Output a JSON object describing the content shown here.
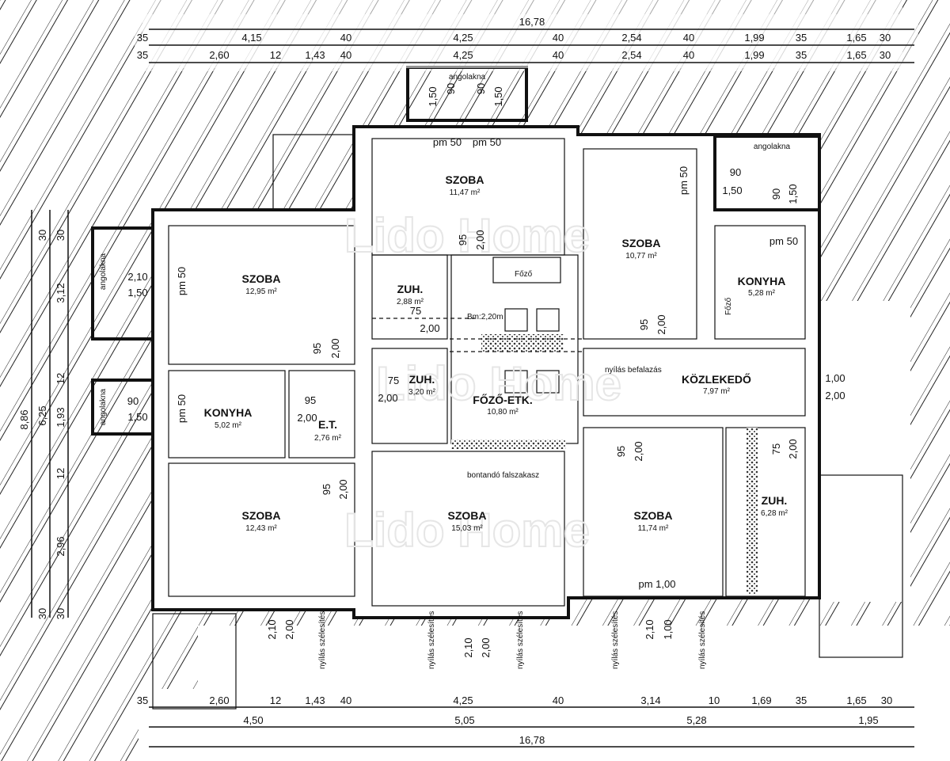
{
  "watermark": "Lido Home",
  "rooms": [
    {
      "name": "SZOBA",
      "area": "11,47 m²"
    },
    {
      "name": "SZOBA",
      "area": "10,77 m²"
    },
    {
      "name": "SZOBA",
      "area": "12,95 m²"
    },
    {
      "name": "ZUH.",
      "area": "2,88 m²"
    },
    {
      "name": "KONYHA",
      "area": "5,28 m²"
    },
    {
      "name": "FŐZŐ-ETK.",
      "area": "10,80 m²"
    },
    {
      "name": "ZUH.",
      "area": "3,20 m²"
    },
    {
      "name": "KÖZLEKEDŐ",
      "area": "7,97 m²"
    },
    {
      "name": "KONYHA",
      "area": "5,02 m²"
    },
    {
      "name": "E.T.",
      "area": "2,76 m²"
    },
    {
      "name": "SZOBA",
      "area": "12,43 m²"
    },
    {
      "name": "SZOBA",
      "area": "15,03 m²"
    },
    {
      "name": "SZOBA",
      "area": "11,74 m²"
    },
    {
      "name": "ZUH.",
      "area": "6,28 m²"
    }
  ],
  "light_wells": [
    "angolakna",
    "angolakna",
    "angolakna",
    "angolakna"
  ],
  "top_dims": {
    "total": "16,78",
    "row1": [
      "35",
      "4,15",
      "40",
      "4,25",
      "40",
      "2,54",
      "40",
      "1,99",
      "35",
      "1,65",
      "30"
    ],
    "row2": [
      "35",
      "2,60",
      "12",
      "1,43",
      "40",
      "4,25",
      "40",
      "2,54",
      "40",
      "1,99",
      "35",
      "1,65",
      "30"
    ]
  },
  "bottom_dims": {
    "row1": [
      "35",
      "2,60",
      "12",
      "1,43",
      "40",
      "4,25",
      "40",
      "3,14",
      "10",
      "1,69",
      "35",
      "1,65",
      "30"
    ],
    "row2": [
      "4,50",
      "5,05",
      "5,28",
      "1,95"
    ],
    "total": "16,78"
  },
  "left_dims": {
    "total": "8,86",
    "mid": [
      "30",
      "6,25",
      "30"
    ],
    "inner": [
      "30",
      "3,12",
      "12",
      "1,93",
      "12",
      "2,96",
      "30"
    ]
  },
  "annotations": {
    "pm50": "pm 50",
    "pm100": "pm 1,00",
    "opening_walled": "nyílás befalazás",
    "wall_removed": "bontandó falszakasz",
    "ceiling": "Bm:2,20m",
    "stove": "Főző",
    "widening": "nyílás szélesítés"
  },
  "openings": {
    "w_top_left": [
      "1,50",
      "90"
    ],
    "w_top_right": [
      "90",
      "1,50"
    ],
    "w_left1": [
      "2,10",
      "1,50"
    ],
    "w_left2": [
      "90",
      "1,50"
    ],
    "w_right": [
      "90",
      "1,50"
    ],
    "w_right_v": [
      "90",
      "1,50"
    ],
    "door95": "95",
    "door200": "2,00",
    "door75": "75",
    "door_entry": [
      "1,00",
      "2,00"
    ],
    "b1": [
      "2,10",
      "2,00"
    ],
    "b2": [
      "2,10",
      "2,00"
    ],
    "b3": [
      "2,10",
      "1,00"
    ]
  }
}
